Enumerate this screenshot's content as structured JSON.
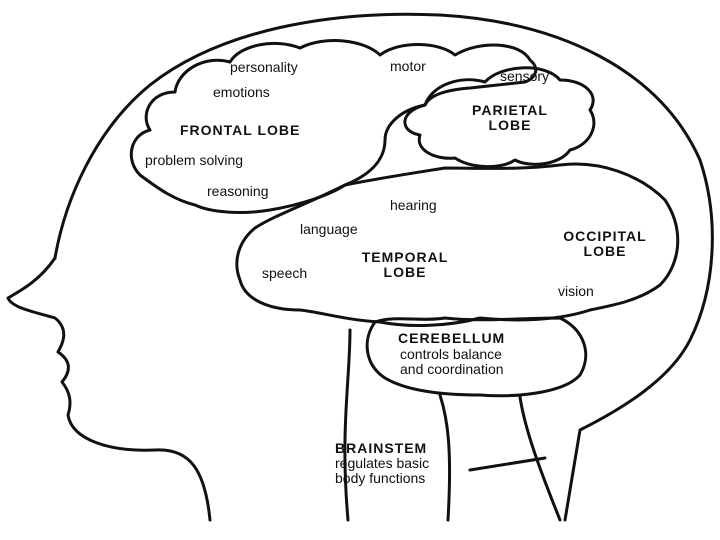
{
  "frontal": {
    "title": "FRONTAL LOBE",
    "functions": [
      "personality",
      "emotions",
      "problem solving",
      "reasoning"
    ]
  },
  "motor": "motor",
  "parietal": {
    "title_line1": "PARIETAL",
    "title_line2": "LOBE",
    "function": "sensory"
  },
  "temporal": {
    "title_line1": "TEMPORAL",
    "title_line2": "LOBE",
    "functions": [
      "hearing",
      "language",
      "speech"
    ]
  },
  "occipital": {
    "title_line1": "OCCIPITAL",
    "title_line2": "LOBE",
    "function": "vision"
  },
  "cerebellum": {
    "title": "CEREBELLUM",
    "desc_line1": "controls balance",
    "desc_line2": "and coordination"
  },
  "brainstem": {
    "title": "BRAINSTEM",
    "desc_line1": "regulates basic",
    "desc_line2": "body functions"
  },
  "colors": {
    "ink": "#111111",
    "background": "#ffffff"
  }
}
